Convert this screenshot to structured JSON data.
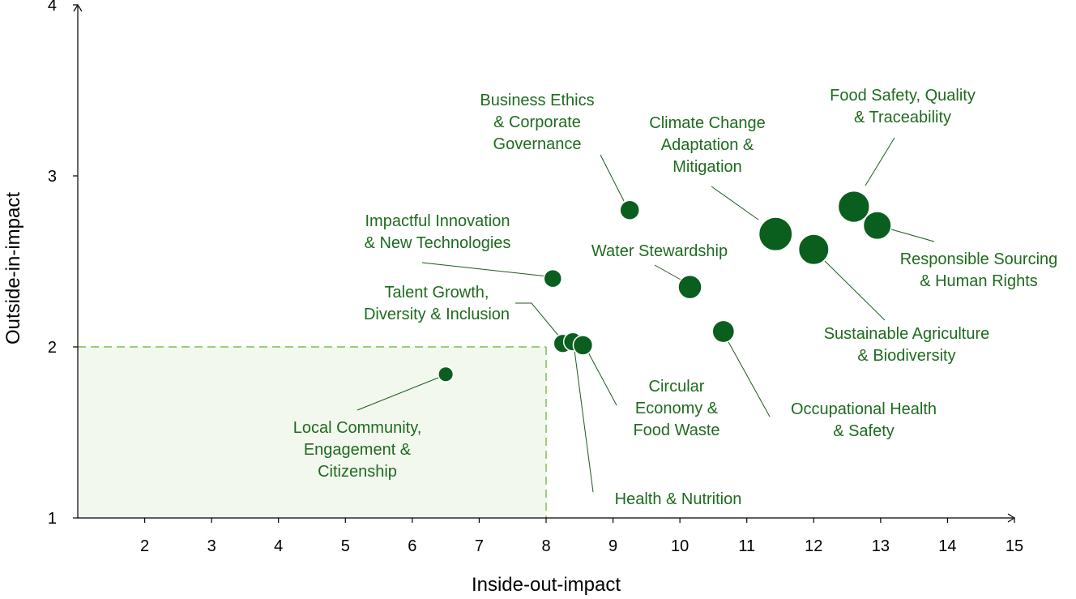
{
  "chart_data": {
    "type": "scatter",
    "variant": "bubble",
    "title": "",
    "xlabel": "Inside-out-impact",
    "ylabel": "Outside-in-impact",
    "xlim": [
      1,
      15
    ],
    "ylim": [
      1,
      4
    ],
    "x_ticks": [
      2,
      3,
      4,
      5,
      6,
      7,
      8,
      9,
      10,
      11,
      12,
      13,
      14,
      15
    ],
    "y_ticks": [
      1,
      2,
      3,
      4
    ],
    "grid": false,
    "legend": "none",
    "threshold_region": {
      "x": [
        1,
        8
      ],
      "y": [
        1,
        2
      ]
    },
    "colors": {
      "bubble": "#0a5e1e",
      "label": "#1e6b1e",
      "leader": "#1e5a1e",
      "threshold_line": "#7bbf4e",
      "threshold_fill": "#f3f8ee",
      "axis": "#000000"
    },
    "points": [
      {
        "lines": [
          "Food Safety, Quality",
          "& Traceability"
        ],
        "x": 12.6,
        "y": 2.82,
        "size": 5
      },
      {
        "lines": [
          "Responsible Sourcing",
          "& Human Rights"
        ],
        "x": 12.95,
        "y": 2.71,
        "size": 3.5
      },
      {
        "lines": [
          "Climate Change",
          "Adaptation &",
          "Mitigation"
        ],
        "x": 11.43,
        "y": 2.66,
        "size": 6
      },
      {
        "lines": [
          "Sustainable Agriculture",
          "& Biodiversity"
        ],
        "x": 12.0,
        "y": 2.57,
        "size": 4.5
      },
      {
        "lines": [
          "Business Ethics",
          "& Corporate",
          "Governance"
        ],
        "x": 9.25,
        "y": 2.8,
        "size": 1
      },
      {
        "lines": [
          "Water Stewardship"
        ],
        "x": 10.15,
        "y": 2.35,
        "size": 2
      },
      {
        "lines": [
          "Impactful Innovation",
          "& New Technologies"
        ],
        "x": 8.1,
        "y": 2.4,
        "size": 0.7
      },
      {
        "lines": [
          "Occupational Health",
          "& Safety"
        ],
        "x": 10.65,
        "y": 2.09,
        "size": 1.6
      },
      {
        "lines": [
          "Talent Growth,",
          "Diversity & Inclusion"
        ],
        "x": 8.25,
        "y": 2.02,
        "size": 0.8
      },
      {
        "lines": [
          "Health & Nutrition"
        ],
        "x": 8.4,
        "y": 2.03,
        "size": 0.8
      },
      {
        "lines": [
          "Circular",
          "Economy &",
          "Food Waste"
        ],
        "x": 8.55,
        "y": 2.01,
        "size": 1
      },
      {
        "lines": [
          "Local Community,",
          "Engagement &",
          "Citizenship"
        ],
        "x": 6.5,
        "y": 1.84,
        "size": 0.3
      }
    ]
  }
}
